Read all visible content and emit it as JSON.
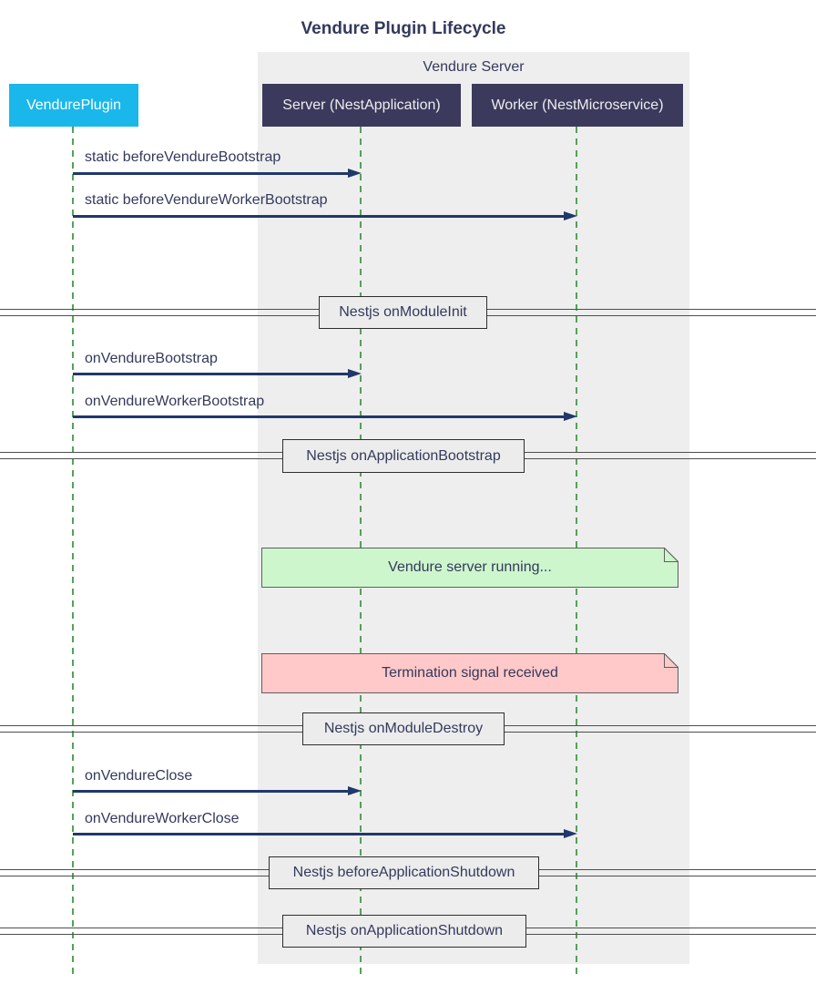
{
  "diagram": {
    "type": "sequence-diagram",
    "title": "Vendure Plugin Lifecycle",
    "group": {
      "label": "Vendure Server"
    },
    "participants": [
      {
        "id": "plugin",
        "label": "VendurePlugin",
        "box_color": "#1ab7ea"
      },
      {
        "id": "server",
        "label": "Server (NestApplication)",
        "box_color": "#3b3a5d"
      },
      {
        "id": "worker",
        "label": "Worker (NestMicroservice)",
        "box_color": "#3b3a5d"
      }
    ],
    "events": [
      {
        "type": "message",
        "from": "plugin",
        "to": "server",
        "label": "static beforeVendureBootstrap"
      },
      {
        "type": "message",
        "from": "plugin",
        "to": "worker",
        "label": "static beforeVendureWorkerBootstrap"
      },
      {
        "type": "divider",
        "label": "Nestjs onModuleInit"
      },
      {
        "type": "message",
        "from": "plugin",
        "to": "server",
        "label": "onVendureBootstrap"
      },
      {
        "type": "message",
        "from": "plugin",
        "to": "worker",
        "label": "onVendureWorkerBootstrap"
      },
      {
        "type": "divider",
        "label": "Nestjs onApplicationBootstrap"
      },
      {
        "type": "note",
        "label": "Vendure server running...",
        "color": "#cdf6cd"
      },
      {
        "type": "note",
        "label": "Termination signal received",
        "color": "#ffc9c9"
      },
      {
        "type": "divider",
        "label": "Nestjs onModuleDestroy"
      },
      {
        "type": "message",
        "from": "plugin",
        "to": "server",
        "label": "onVendureClose"
      },
      {
        "type": "message",
        "from": "plugin",
        "to": "worker",
        "label": "onVendureWorkerClose"
      },
      {
        "type": "divider",
        "label": "Nestjs beforeApplicationShutdown"
      },
      {
        "type": "divider",
        "label": "Nestjs onApplicationShutdown"
      }
    ],
    "colors": {
      "plugin_box": "#1ab7ea",
      "participant_box": "#3b3a5d",
      "group_background": "#eeeeee",
      "lifeline_green": "#55a05a",
      "arrow_navy": "#20386b",
      "text_navy": "#35395c",
      "note_green": "#cdf6cd",
      "note_red": "#ffc9c9",
      "divider_fill": "#ececec",
      "divider_border": "#2e2e2e",
      "divider_line": "#4f4f4f"
    }
  }
}
